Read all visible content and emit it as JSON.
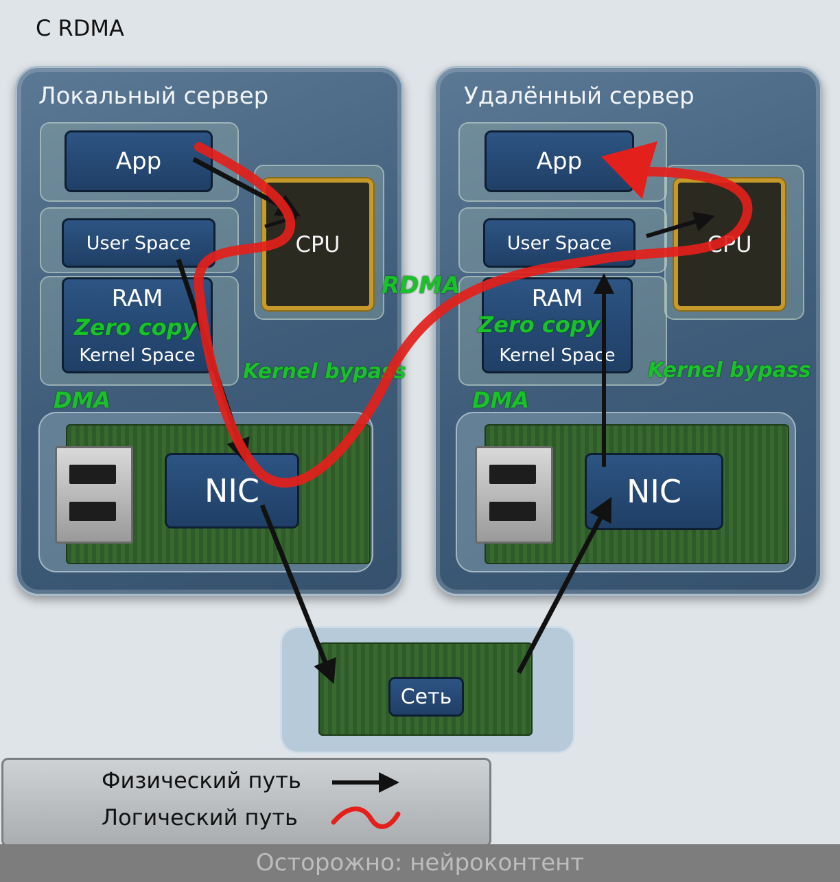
{
  "title": "С RDMA",
  "local_server": {
    "title": "Локальный сервер",
    "app": "App",
    "user_space": "User Space",
    "ram": "RAM",
    "kernel_space": "Kernel Space",
    "cpu": "CPU",
    "nic": "NIC",
    "zero_copy": "Zero copy",
    "kernel_bypass": "Kernel bypass",
    "dma": "DMA"
  },
  "remote_server": {
    "title": "Удалённый сервер",
    "app": "App",
    "user_space": "User Space",
    "ram": "RAM",
    "kernel_space": "Kernel Space",
    "cpu": "CPU",
    "nic": "NIC",
    "zero_copy": "Zero copy",
    "kernel_bypass": "Kernel bypass",
    "dma": "DMA"
  },
  "rdma_label": "RDMA",
  "network": {
    "label": "Сеть"
  },
  "legend": {
    "physical_path": "Физический путь",
    "logical_path": "Логический путь"
  },
  "footer": "Осторожно: нейроконтент",
  "colors": {
    "physical_path": "#111111",
    "logical_path": "#e3201b",
    "highlight_text": "#19c229"
  }
}
